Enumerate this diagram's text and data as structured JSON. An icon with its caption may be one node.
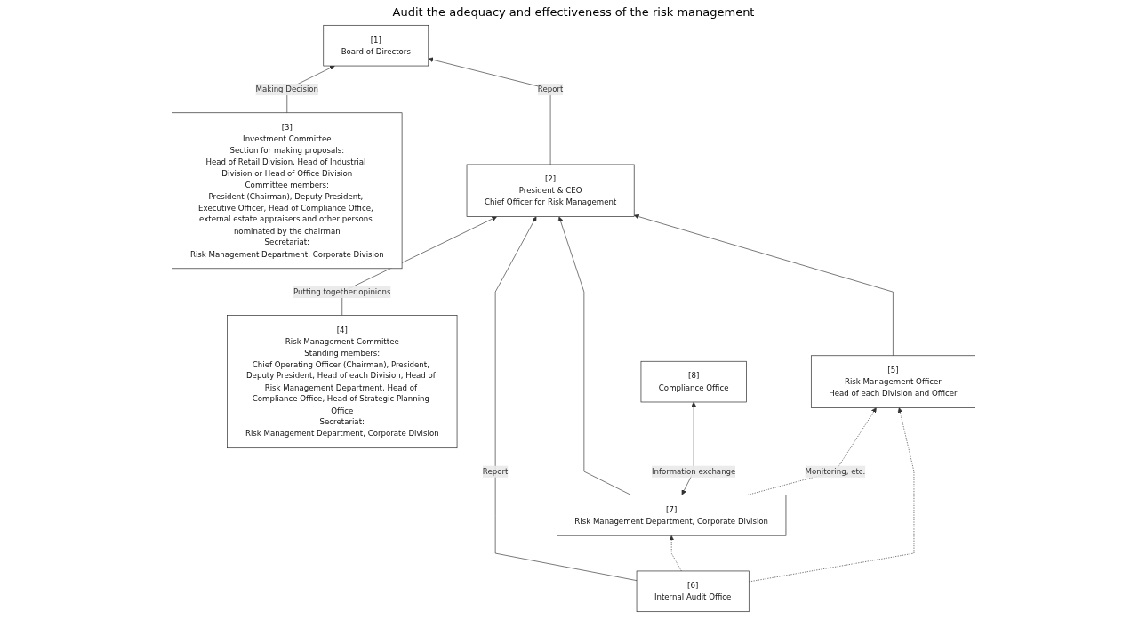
{
  "diagram": {
    "nodes": [
      {
        "text": [
          "[4]",
          "Risk Management Committee",
          "Standing members:",
          "Chief Operating Officer (Chairman), President, Deputy President, Head of each Division, Head of Risk Management Department, Head of Compliance Office, Head of Strategic Planning Office",
          "Secretariat:",
          "Risk Management Department, Corporate Division"
        ]
      },
      {
        "text": [
          "[1]",
          "Board of Directors"
        ]
      },
      {
        "text": [
          "[3]",
          "Investment Committee",
          "Section for making proposals:",
          "Head of Retail Division, Head of Industrial Division or Head of Office Division",
          "Committee members:",
          "President (Chairman), Deputy President, Executive Officer, Head of Compliance Office, external estate appraisers and other persons nominated by the chairman",
          "Secretariat:",
          "Risk Management Department, Corporate Division"
        ]
      },
      {
        "text": [
          "[2]",
          "President & CEO",
          "Chief Officer for Risk Management"
        ]
      },
      {
        "text": [
          "[6]",
          "Internal Audit Office"
        ]
      },
      {
        "text": [
          "[7]",
          "Risk Management Department, Corporate Division"
        ]
      },
      {
        "text": [
          "[8]",
          "Compliance Office"
        ]
      },
      {
        "text": [
          "[5]",
          "Risk Management Officer",
          "Head of each Division and Officer"
        ]
      }
    ],
    "edges": [
      {
        "from": 3,
        "to": 1,
        "arrow": "to",
        "label": "Report"
      },
      {
        "from": 2,
        "to": 1,
        "arrow": "to",
        "label": "Making Decision"
      },
      {
        "from": 0,
        "to": 3,
        "arrow": "to",
        "label": "Putting together opinions"
      },
      {
        "from": 5,
        "to": 3,
        "arrow": "to"
      },
      {
        "from": 4,
        "to": 3,
        "arrow": "to",
        "label": "Report"
      },
      {
        "from": 7,
        "to": 3,
        "arrow": "to"
      },
      {
        "from": 4,
        "to": 5,
        "arrow": "to",
        "style": "dashed"
      },
      {
        "from": 4,
        "to": 7,
        "arrow": "to",
        "style": "dashed"
      },
      {
        "from": 5,
        "to": 6,
        "arrow": "both",
        "label": "Information exchange"
      },
      {
        "from": 5,
        "to": 7,
        "arrow": "to",
        "style": "dashed",
        "label": "Monitoring, etc."
      }
    ],
    "labels": [
      "Audit the adequacy and effectiveness of the risk management"
    ]
  }
}
